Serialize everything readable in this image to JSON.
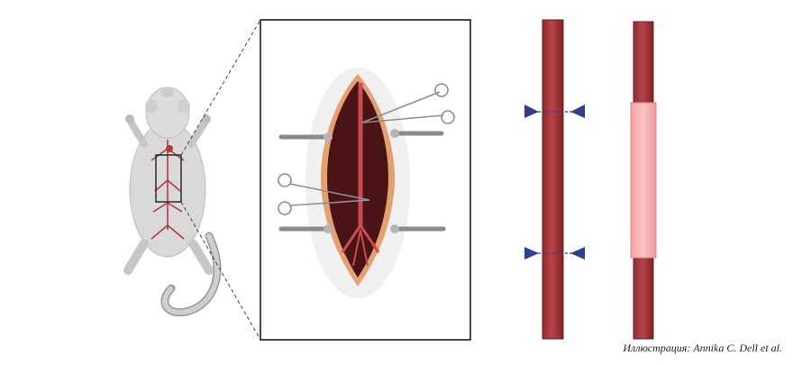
{
  "caption": "Иллюстрация: Annika C. Dell et al.",
  "icons": {
    "animal": "rat-icon",
    "vessel": "aorta-vessel",
    "clamp": "hemostat-clamp-icon",
    "retractor": "retractor-icon",
    "ligature_marker": "triangle-marker-icon",
    "graft": "vascular-graft"
  },
  "colors": {
    "vessel_red": "#a8353a",
    "vessel_dark": "#7e2328",
    "graft_pink": "#f6aeae",
    "marker_blue": "#2f3f8f",
    "frame": "#1a1a1a",
    "rat_gray": "#d9d9d9"
  }
}
